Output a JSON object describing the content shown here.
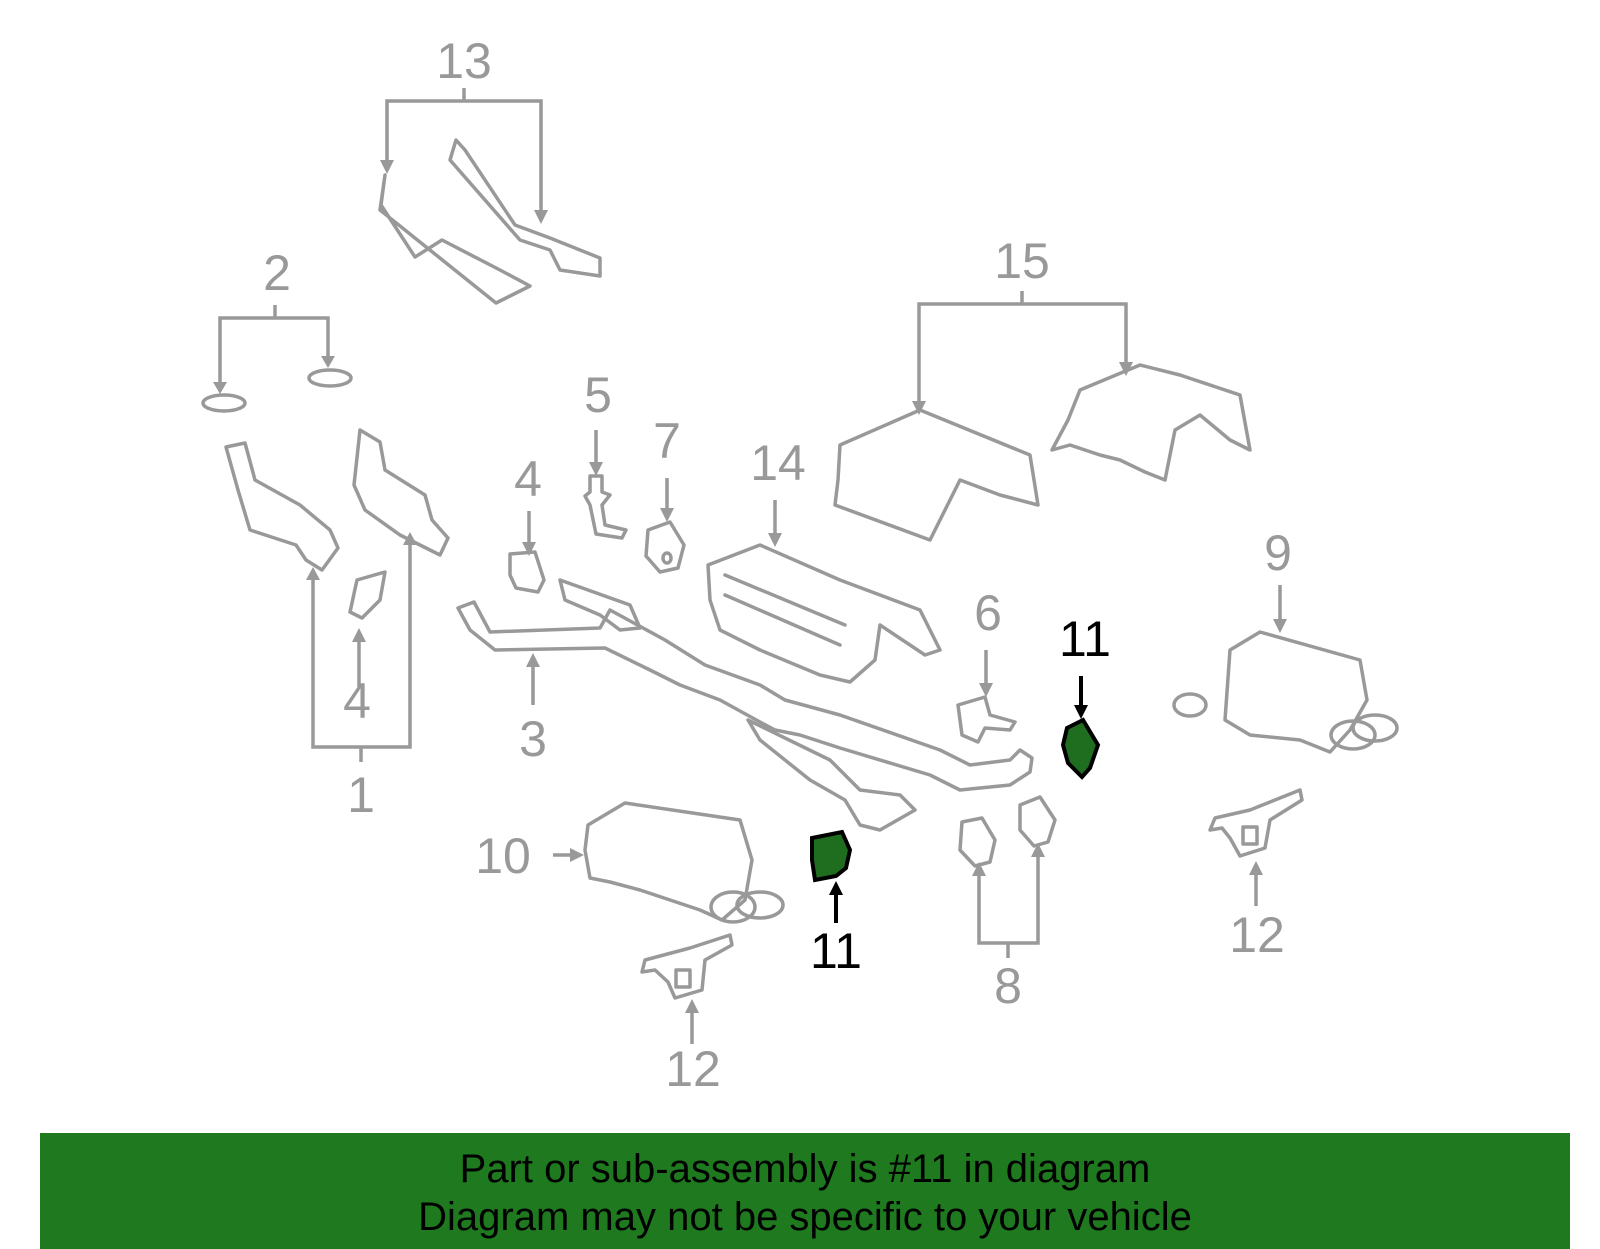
{
  "diagram": {
    "highlight_color": "#1f6e1f",
    "line_color": "#999999",
    "callouts": [
      {
        "id": "c13",
        "label": "13"
      },
      {
        "id": "c2",
        "label": "2"
      },
      {
        "id": "c15",
        "label": "15"
      },
      {
        "id": "c5",
        "label": "5"
      },
      {
        "id": "c7",
        "label": "7"
      },
      {
        "id": "c4a",
        "label": "4"
      },
      {
        "id": "c14",
        "label": "14"
      },
      {
        "id": "c9",
        "label": "9"
      },
      {
        "id": "c6",
        "label": "6"
      },
      {
        "id": "c11a",
        "label": "11"
      },
      {
        "id": "c4b",
        "label": "4"
      },
      {
        "id": "c3",
        "label": "3"
      },
      {
        "id": "c1",
        "label": "1"
      },
      {
        "id": "c10",
        "label": "10"
      },
      {
        "id": "c11b",
        "label": "11"
      },
      {
        "id": "c8",
        "label": "8"
      },
      {
        "id": "c12a",
        "label": "12"
      },
      {
        "id": "c12b",
        "label": "12"
      }
    ]
  },
  "banner": {
    "line1": "Part or sub-assembly is #11 in diagram",
    "line2": "Diagram may not be specific to your vehicle",
    "background": "#1f7a1f"
  }
}
